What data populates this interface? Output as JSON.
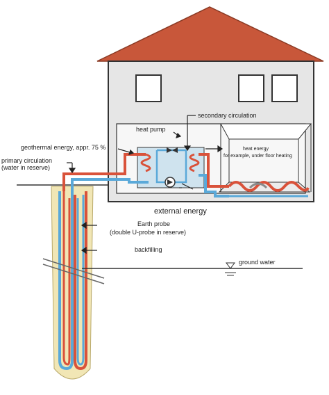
{
  "labels": {
    "secondary_circulation": "secondary circulation",
    "heat_pump": "heat pump",
    "geothermal_energy": "geothermal energy, appr. 75 %",
    "primary_circulation_line1": "primary circulation",
    "primary_circulation_line2": "(water in reserve)",
    "heat_energy_line1": "heat energy",
    "heat_energy_line2": "for example, under floor heating",
    "external_energy": "external energy",
    "earth_probe_line1": "Earth probe",
    "earth_probe_line2": "(double U-probe in reserve)",
    "backfilling": "backfilling",
    "ground_water": "ground water"
  },
  "colors": {
    "roof": "#c8573a",
    "house_wall": "#e6e6e6",
    "hot_pipe": "#d9523a",
    "cold_pipe": "#5aa9d9",
    "heat_pump_box": "#cfe3ee",
    "borehole": "#f1e6b5",
    "outline": "#333333"
  }
}
